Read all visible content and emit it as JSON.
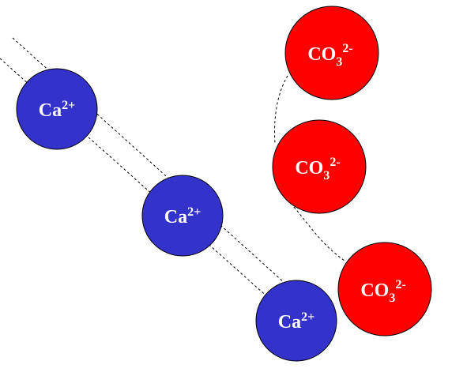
{
  "diagram": {
    "background_color": "#ffffff",
    "cation": {
      "symbol": "Ca",
      "charge": "2+",
      "fill_color": "#3333cc",
      "outline_color": "#000000"
    },
    "anion": {
      "symbol": "CO",
      "subscript": "3",
      "charge": "2-",
      "fill_color": "#ff0000",
      "outline_color": "#000000"
    },
    "guide_line_style": "dashed",
    "guide_line_color": "#000000",
    "cation_count": 3,
    "anion_count": 3
  }
}
